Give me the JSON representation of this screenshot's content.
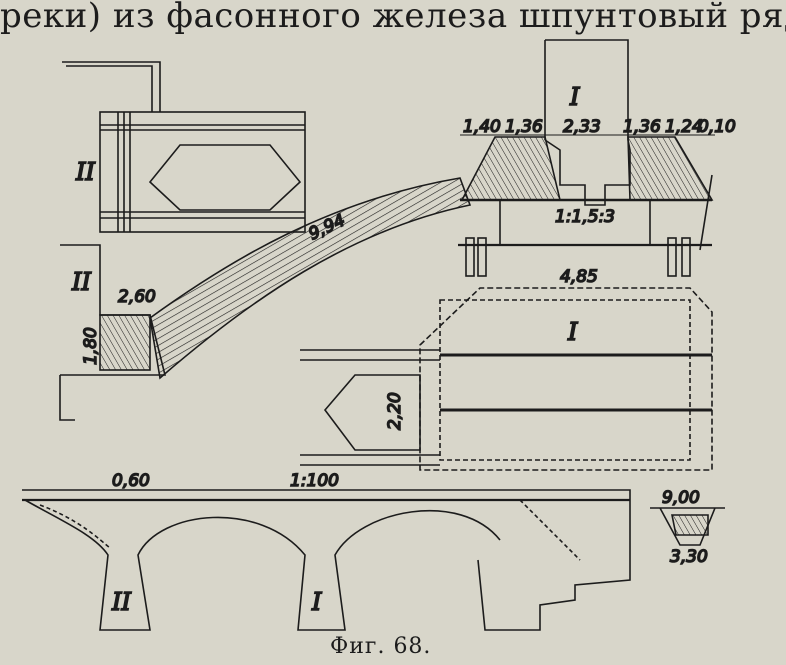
{
  "text_top": "реки) из фасонного железа шпунтовый ряд",
  "caption": "Фиг. 68.",
  "figure": {
    "labels": {
      "pier_I_top": "I",
      "pier_II_upper": "II",
      "pier_II_lower": "II",
      "dim_1_40": "1,40",
      "dim_1_36_left": "1,36",
      "dim_2_33": "2,33",
      "dim_1_36_right": "1,36",
      "dim_1_24": "1,24",
      "dim_0_10": "0,10",
      "slope": "1:1,5:3",
      "dim_9_94": "9,94",
      "dim_2_60": "2,60",
      "dim_1_80": "1,80",
      "dim_4_85": "4,85",
      "plan_I": "I",
      "dim_2_20": "2,20",
      "dim_0_60": "0,60",
      "scale": "1:100",
      "elev_II": "II",
      "elev_I": "I",
      "dim_9_00": "9,00",
      "dim_3_30": "3,30"
    }
  }
}
